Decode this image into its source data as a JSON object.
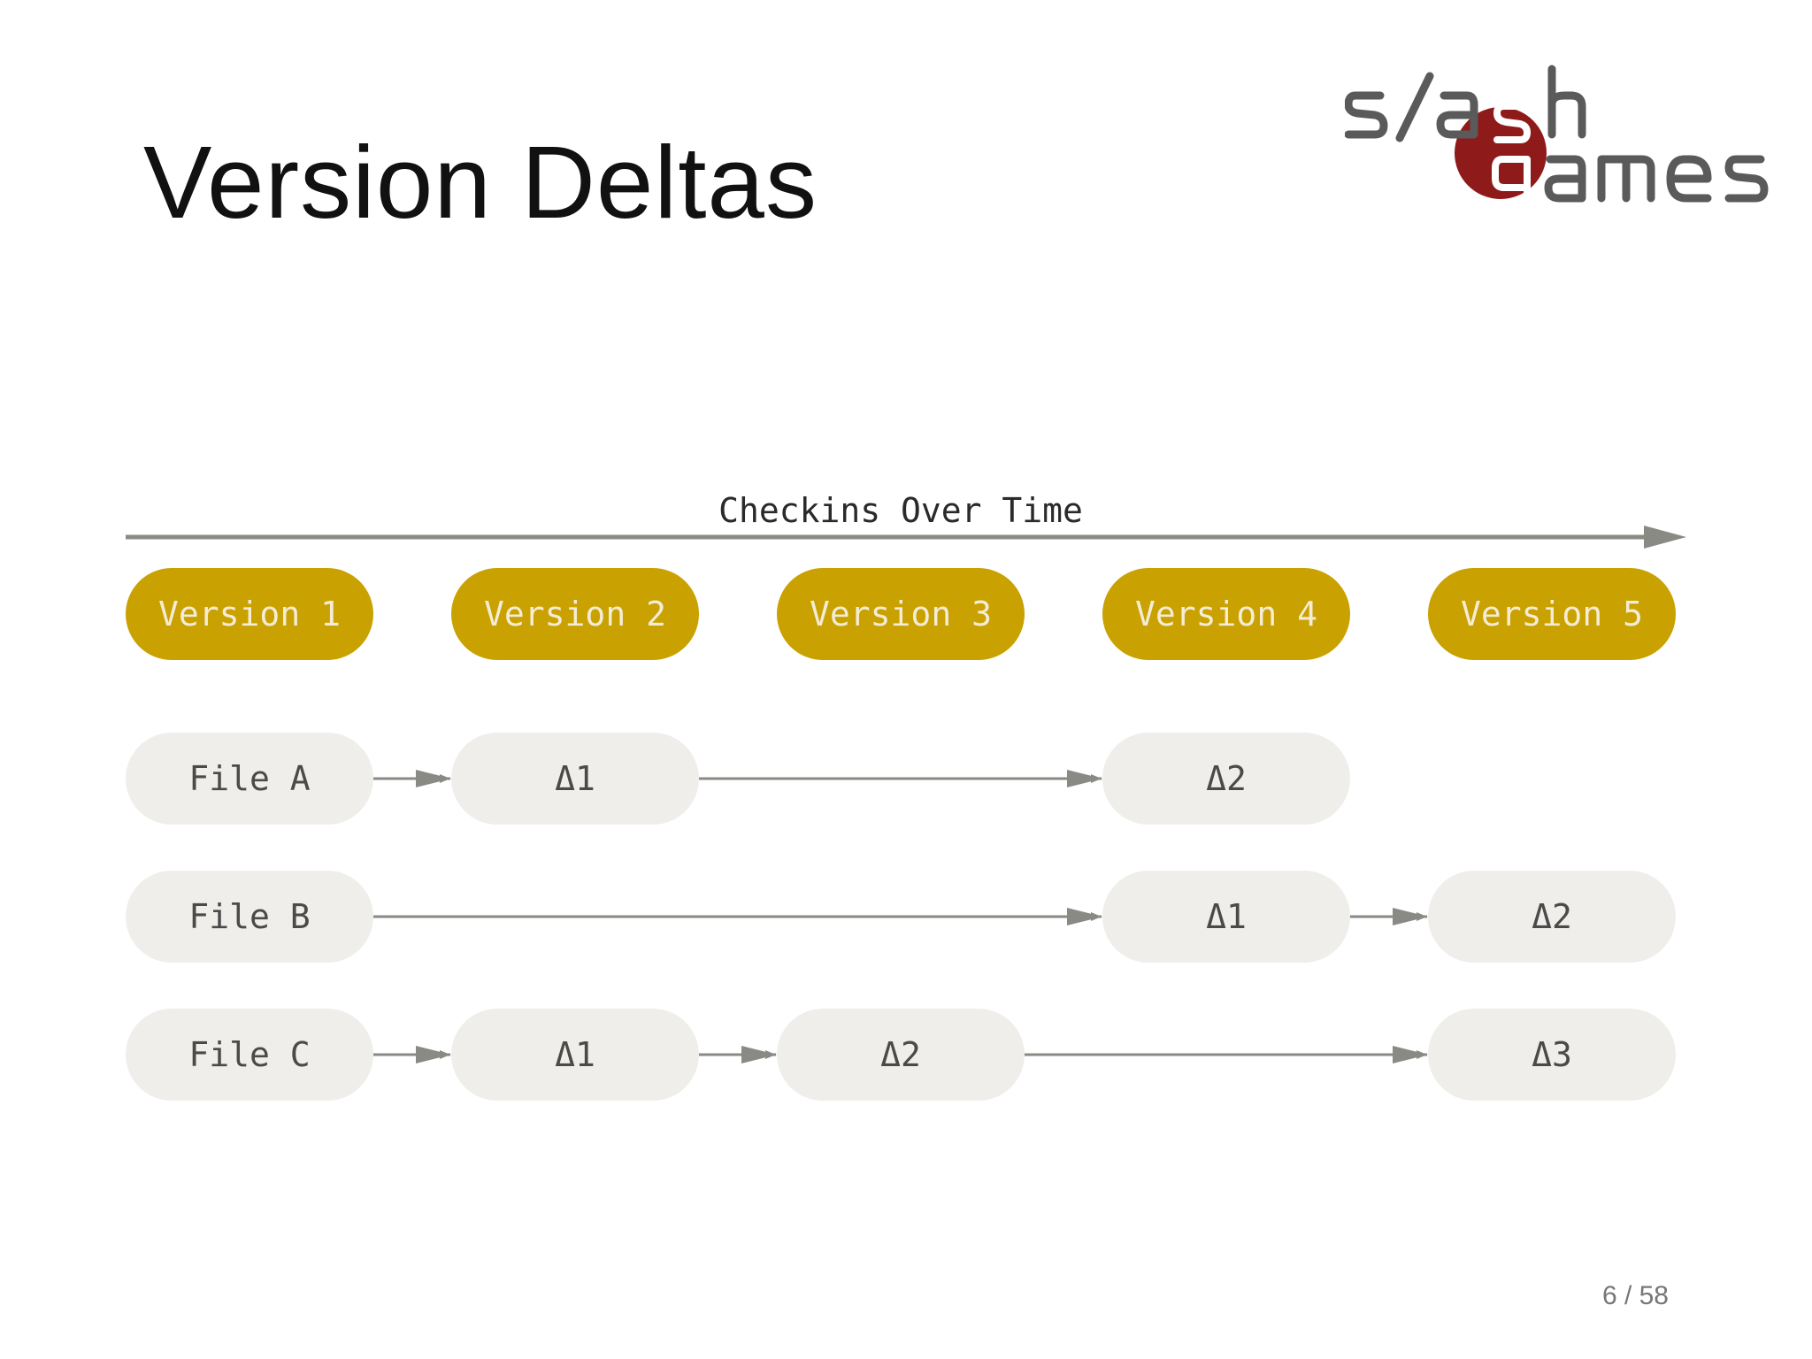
{
  "slide": {
    "title": "Version Deltas",
    "page_number": "6 / 58"
  },
  "logo": {
    "top_text": "s/ash",
    "bottom_text": "games",
    "brand_red": "#8f1a1a",
    "text_gray": "#5a5a5a"
  },
  "diagram": {
    "axis_label": "Checkins Over Time",
    "axis_color": "#8a8a85",
    "version_fill": "#c9a100",
    "version_text_color": "#f4ecd6",
    "node_fill": "#f0eeea",
    "node_text_color": "#4a4a4a",
    "versions": [
      "Version 1",
      "Version 2",
      "Version 3",
      "Version 4",
      "Version 5"
    ],
    "rows": [
      {
        "file": "File A",
        "cells": [
          "",
          "Δ1",
          "",
          "Δ2",
          ""
        ]
      },
      {
        "file": "File B",
        "cells": [
          "",
          "",
          "",
          "Δ1",
          "Δ2"
        ]
      },
      {
        "file": "File C",
        "cells": [
          "",
          "Δ1",
          "Δ2",
          "",
          "Δ3"
        ]
      }
    ]
  }
}
